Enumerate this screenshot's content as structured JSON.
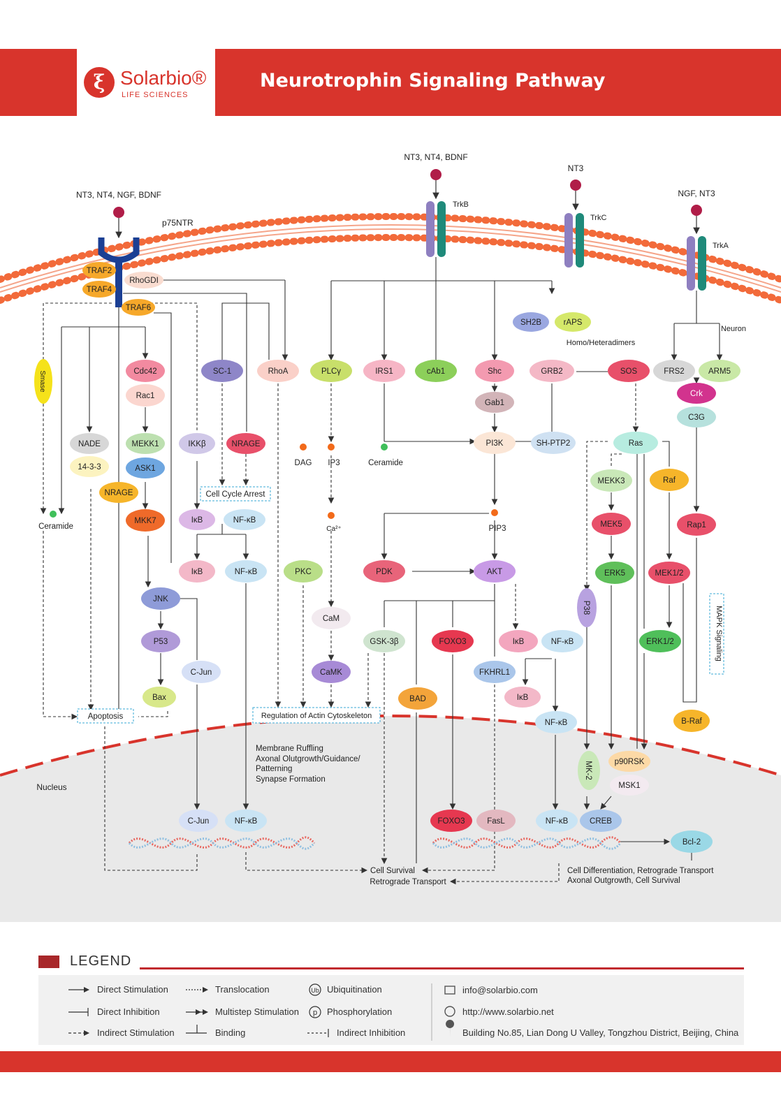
{
  "header": {
    "brand": "Solarbio®",
    "brand_sub": "LIFE SCIENCES",
    "title": "Neurotrophin Signaling Pathway"
  },
  "ligands": {
    "p75": "NT3, NT4, NGF, BDNF",
    "trkb": "NT3, NT4,  BDNF",
    "trkc": "NT3",
    "trka": "NGF, NT3"
  },
  "receptors": {
    "p75": "p75NTR",
    "trkb": "TrkB",
    "trkc": "TrkC",
    "trka": "TrkA"
  },
  "nodes": {
    "traf2": "TRAF2",
    "traf4": "TRAF4",
    "traf6": "TRAF6",
    "rhogdi": "RhoGDI",
    "smase": "Smase",
    "cdc42": "Cdc42",
    "rac1": "Rac1",
    "sc1": "SC-1",
    "rhoa": "RhoA",
    "plcg": "PLCγ",
    "irs1": "IRS1",
    "cab1": "cAb1",
    "shc": "Shc",
    "grb2": "GRB2",
    "sos": "SOS",
    "frs2": "FRS2",
    "arm5": "ARM5",
    "crk": "Crk",
    "c3g": "C3G",
    "sh2b": "SH2B",
    "raps": "rAPS",
    "homo": "Homo/Heteradimers",
    "neuron": "Neuron",
    "gab1": "Gab1",
    "nade": "NADE",
    "mekk1": "MEKK1",
    "ikkb": "IKKβ",
    "nrage1": "NRAGE",
    "dag": "DAG",
    "ip3": "IP3",
    "ceramide2": "Ceramide",
    "pi3k": "PI3K",
    "shptp2": "SH-PTP2",
    "ras": "Ras",
    "p1433": "14-3-3",
    "ask1": "ASK1",
    "nrage2": "NRAGE",
    "cca": "Cell Cycle Arrest",
    "mekk3": "MEKK3",
    "raf": "Raf",
    "ceramide1": "Ceramide",
    "mkk7": "MKK7",
    "ikb1": "IκB",
    "nfkb1": "NF-κB",
    "ca": "Ca²⁺",
    "pip3": "PIP3",
    "mek5": "MEK5",
    "rap1": "Rap1",
    "ikb2": "IκB",
    "nfkb2": "NF-κB",
    "pkc": "PKC",
    "pdk": "PDK",
    "akt": "AKT",
    "erk5": "ERK5",
    "mek12": "MEK1/2",
    "jnk": "JNK",
    "p38": "P38",
    "cam": "CaM",
    "mapk": "MAPK Signaling",
    "p53": "P53",
    "gsk3b": "GSK-3β",
    "foxo3a": "FOXO3",
    "ikb3": "IκB",
    "nfkb3": "NF-κB",
    "erk12": "ERK1/2",
    "cjun1": "C-Jun",
    "camk": "CaMK",
    "fkhrl1": "FKHRL1",
    "bax": "Bax",
    "bad": "BAD",
    "ikb4": "IκB",
    "apoptosis": "Apoptosis",
    "actin": "Regulation of Actin Cytoskeleton",
    "nfkb4": "NF-κB",
    "braf": "B-Raf",
    "membrane1": "Membrane Ruffling",
    "membrane2": "Axonal Olutgrowth/Guidance/",
    "membrane3": "Patterning",
    "membrane4": "Synapse Formation",
    "mk2": "MK-2",
    "p90rsk": "p90RSK",
    "msk1": "MSK1",
    "nucleus": "Nucleus",
    "cjun2": "C-Jun",
    "nfkb5": "NF-κB",
    "foxo3b": "FOXO3",
    "fasl": "FasL",
    "nfkb6": "NF-κB",
    "creb": "CREB",
    "bcl2": "Bcl-2",
    "survival": "Cell Survival",
    "retro": "Retrograde Transport",
    "diff1": "Cell Differentiation, Retrograde Transport",
    "diff2": "Axonal Outgrowth, Cell Survival"
  },
  "legend": {
    "title": "LEGEND",
    "items": [
      "Direct Stimulation",
      "Direct Inhibition",
      "Indirect Stimulation",
      "Translocation",
      "Multistep Stimulation",
      "Binding",
      "Ubiquitination",
      "Phosphorylation",
      "Indirect Inhibition"
    ],
    "ub_symbol": "Ub",
    "p_symbol": "p"
  },
  "contact": {
    "email": "info@solarbio.com",
    "web": "http://www.solarbio.net",
    "address": "Building No.85, Lian Dong U Valley, Tongzhou District, Beijing, China"
  },
  "colors": {
    "brand_red": "#d8342c",
    "receptor_blue": "#1b3f94",
    "membrane_orange": "#f26a3a"
  }
}
